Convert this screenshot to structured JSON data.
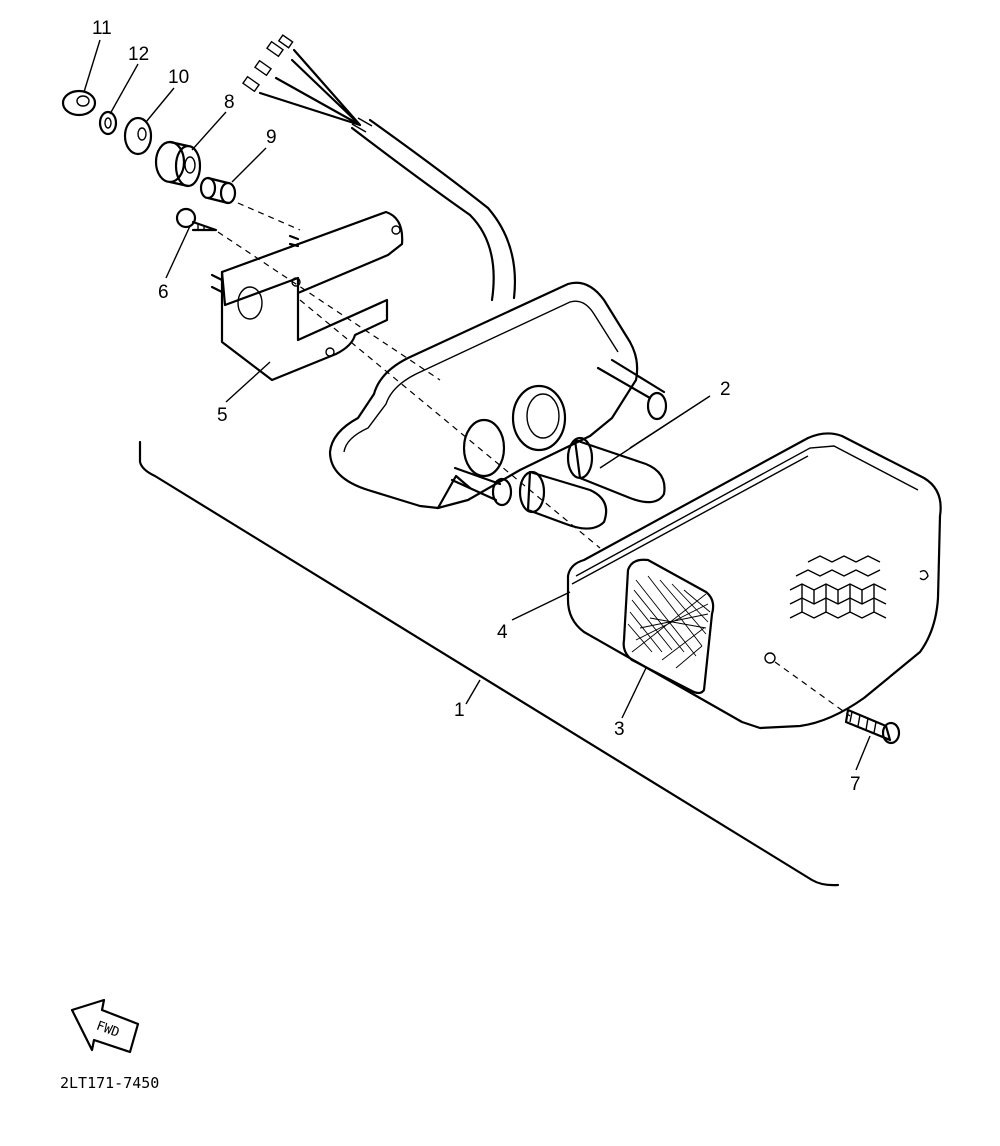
{
  "diagram": {
    "callouts": {
      "c1": "1",
      "c2": "2",
      "c3": "3",
      "c4": "4",
      "c5": "5",
      "c6": "6",
      "c7": "7",
      "c8": "8",
      "c9": "9",
      "c10": "10",
      "c11": "11",
      "c12": "12"
    },
    "fwd_label": "FWD",
    "part_code": "2LT171-7450"
  }
}
